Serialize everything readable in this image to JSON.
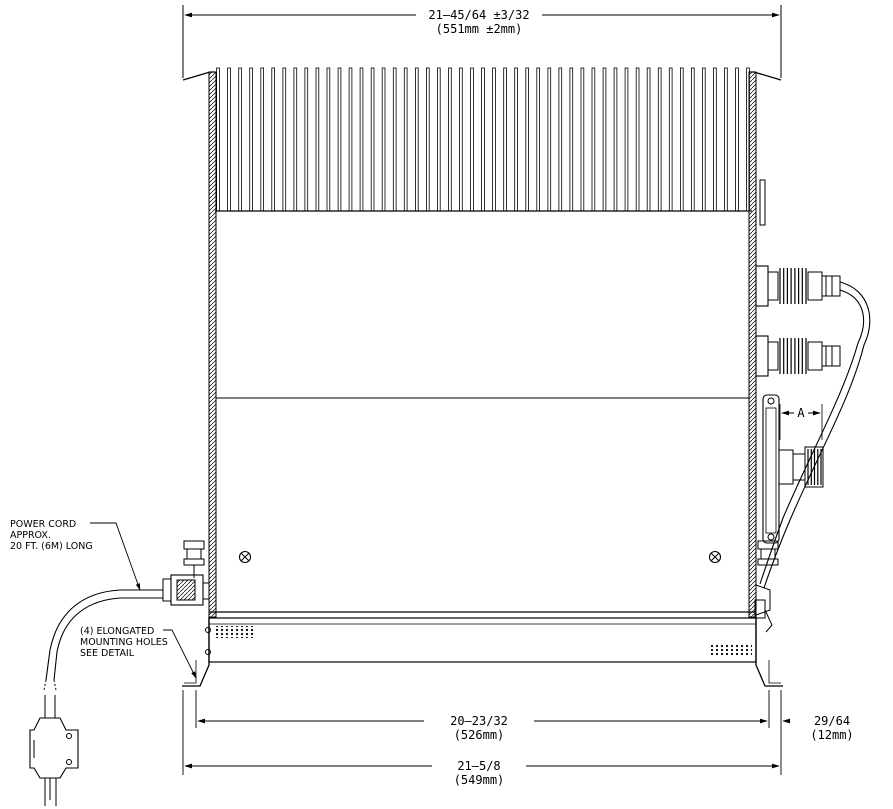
{
  "drawing": {
    "dimensions": {
      "top_overall": {
        "imperial": "21–45/64 ±3/32",
        "metric": "(551mm ±2mm)"
      },
      "mount_centers": {
        "imperial": "20–23/32",
        "metric": "(526mm)"
      },
      "bottom_overall": {
        "imperial": "21–5/8",
        "metric": "(549mm)"
      },
      "flange_offset": {
        "imperial": "29/64",
        "metric": "(12mm)"
      },
      "connector_clearance": "A"
    },
    "notes": {
      "power_cord": [
        "POWER CORD",
        "APPROX.",
        "20 FT. (6M) LONG"
      ],
      "mounting_holes": [
        "(4) ELONGATED",
        "MOUNTING HOLES",
        "SEE DETAIL"
      ]
    }
  }
}
